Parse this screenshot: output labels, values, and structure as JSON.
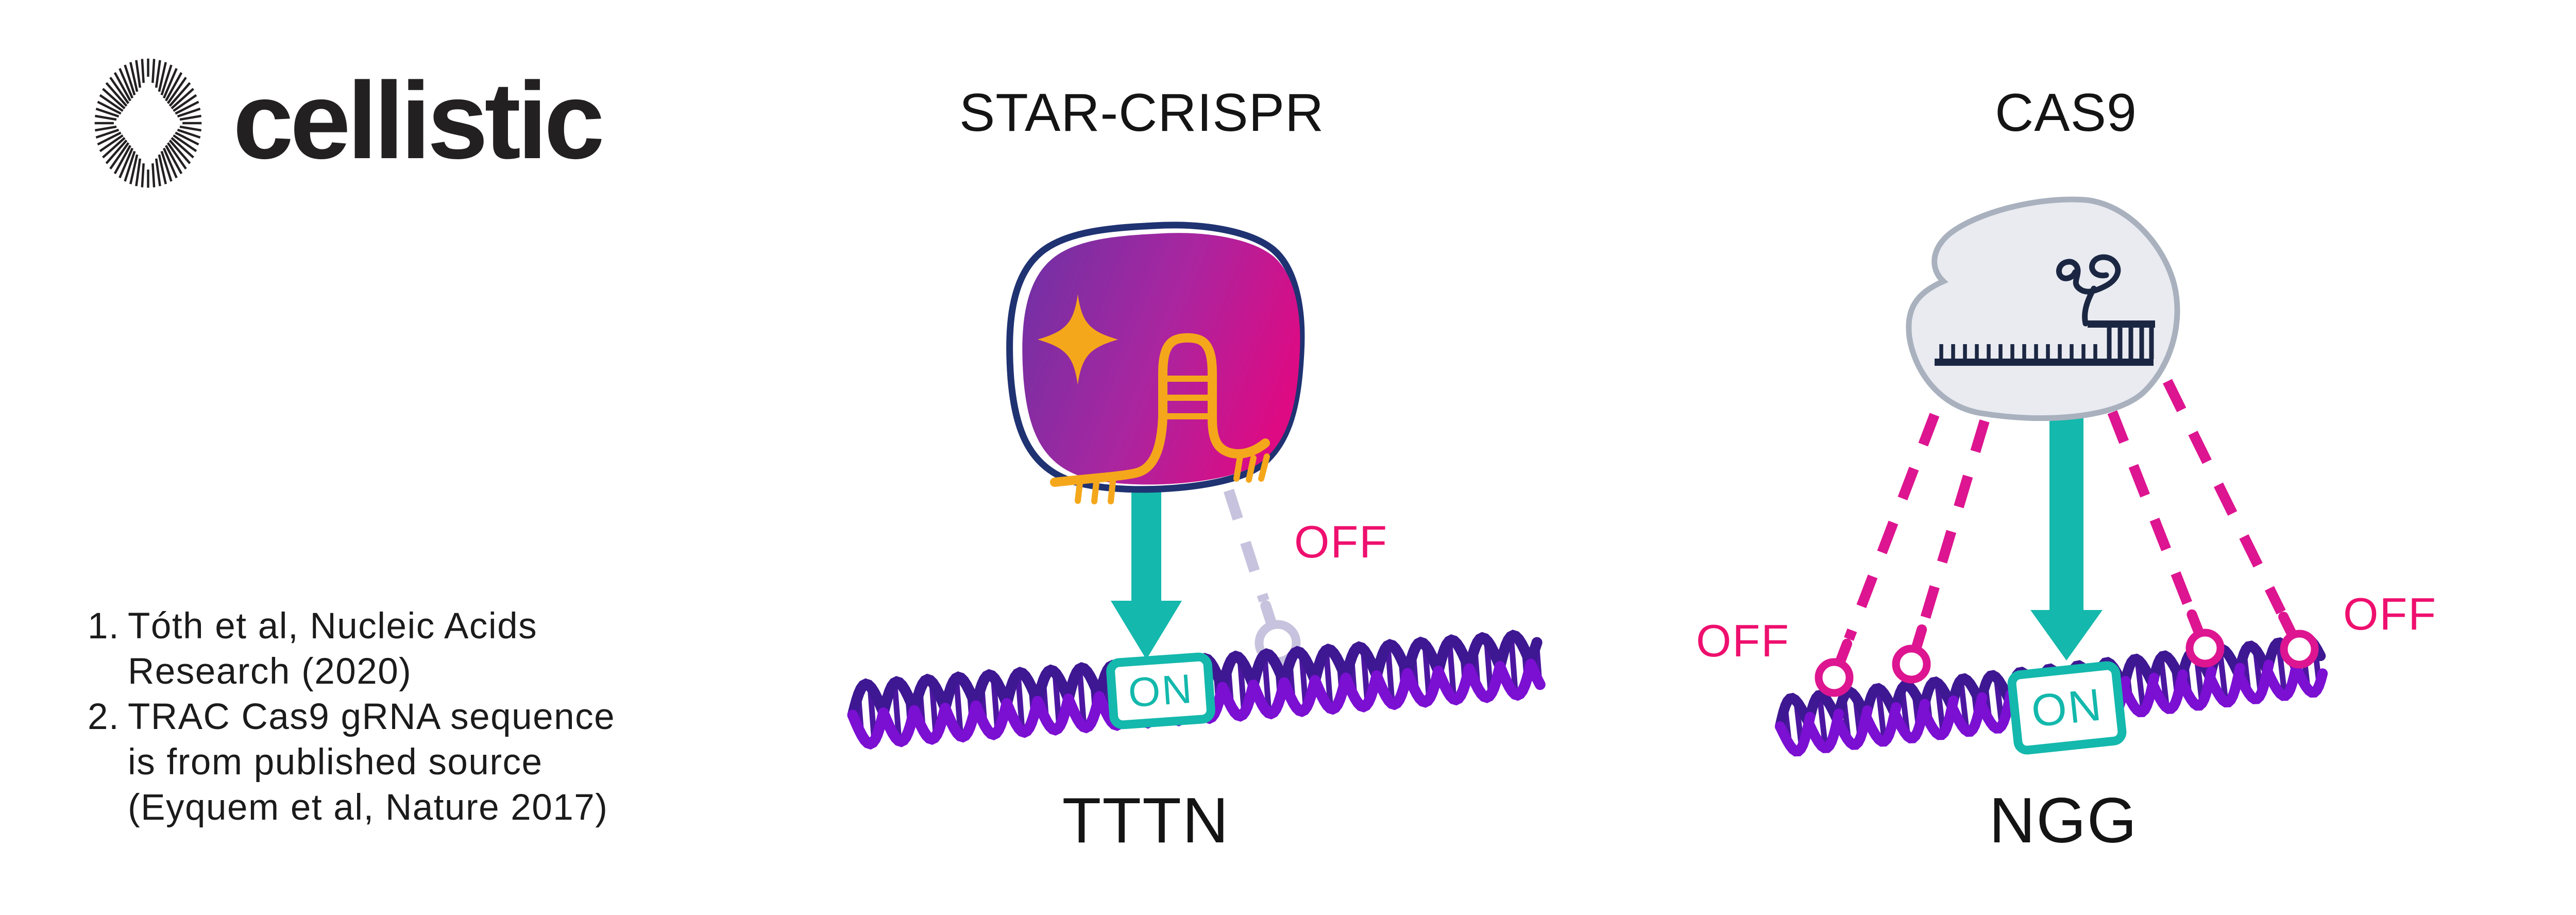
{
  "logo": {
    "brand": "cellistic"
  },
  "panels": {
    "left": {
      "title": "STAR-CRISPR",
      "pam": "TTTN",
      "on": "ON",
      "off": "OFF"
    },
    "right": {
      "title": "CAS9",
      "pam": "NGG",
      "on": "ON",
      "off_left": "OFF",
      "off_right": "OFF"
    }
  },
  "citations": {
    "items": [
      {
        "number": "1.",
        "lines": [
          "Tóth et al, Nucleic Acids",
          "Research (2020)"
        ]
      },
      {
        "number": "2.",
        "lines": [
          "TRAC Cas9 gRNA sequence",
          "is from published source",
          "(Eyquem et al, Nature 2017)"
        ]
      }
    ]
  },
  "colors": {
    "ink": "#232021",
    "title": "#141414",
    "citation": "#1b1b1b",
    "teal": "#14b8ac",
    "pink": "#ee0f6e",
    "dash_pink": "#dd1590",
    "lavender": "#c7c3de",
    "navy_outline": "#1f3272",
    "grna_navy": "#1b2742",
    "gold": "#f5a71b",
    "shield_p1": "#7430a4",
    "shield_p2": "#a826a0",
    "shield_p3": "#de0a83",
    "dna_bright": "#7b0fd2",
    "dna_dark": "#3e1792",
    "dna_rung": "#4c17a0",
    "blob_fill": "#e9ebf1",
    "blob_stroke": "#a9b1be",
    "bg": "#ffffff"
  }
}
